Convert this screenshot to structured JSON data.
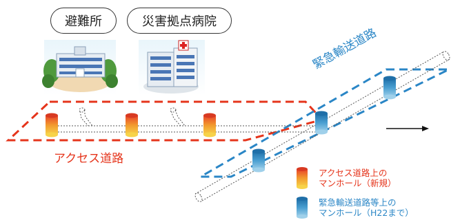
{
  "labels": {
    "shelter": "避難所",
    "hospital": "災害拠点病院",
    "emergency_road": "緊急輸送道路",
    "access_road": "アクセス道路"
  },
  "legend": {
    "new_line1": "アクセス道路上の",
    "new_line2": "マンホール（新規）",
    "existing_line1": "緊急輸送道路等上の",
    "existing_line2": "マンホール（H22まで）"
  },
  "colors": {
    "access": "#e5341b",
    "emergency": "#2a86c6"
  }
}
